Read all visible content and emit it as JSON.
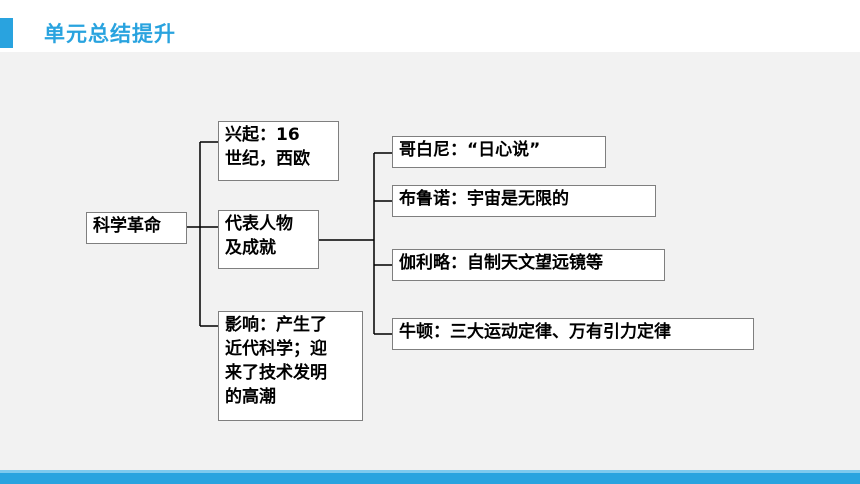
{
  "header": {
    "title": "单元总结提升"
  },
  "colors": {
    "accent": "#29a3df",
    "background": "#f2f2f2",
    "box_border": "#7f7f7f"
  },
  "diagram": {
    "root": "科学革命",
    "branches": {
      "rise": "兴起：16\n世纪，西欧",
      "figures": "代表人物\n及成就",
      "impact": "影响：产生了\n近代科学；迎\n来了技术发明\n的高潮"
    },
    "figures": [
      "哥白尼：“日心说”",
      "布鲁诺：宇宙是无限的",
      "伽利略：自制天文望远镜等",
      "牛顿：三大运动定律、万有引力定律"
    ]
  }
}
